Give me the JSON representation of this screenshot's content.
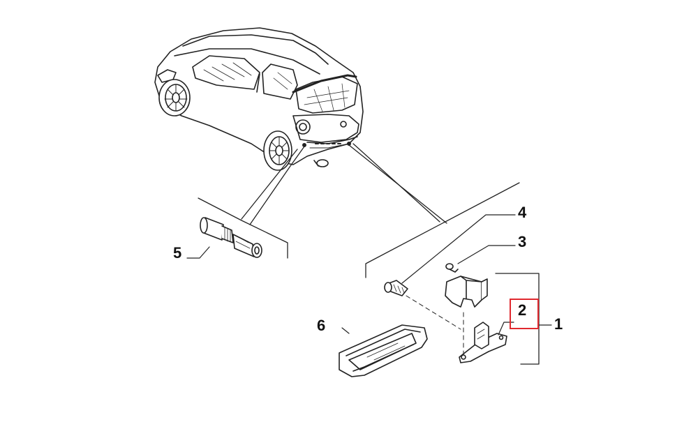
{
  "diagram": {
    "callouts": [
      {
        "id": "part-1",
        "label": "1"
      },
      {
        "id": "part-2",
        "label": "2",
        "highlighted": true
      },
      {
        "id": "part-3",
        "label": "3"
      },
      {
        "id": "part-4",
        "label": "4"
      },
      {
        "id": "part-5",
        "label": "5"
      },
      {
        "id": "part-6",
        "label": "6"
      }
    ],
    "highlight_color": "#e0282e",
    "line_color": "#222222",
    "background_color": "#ffffff"
  }
}
